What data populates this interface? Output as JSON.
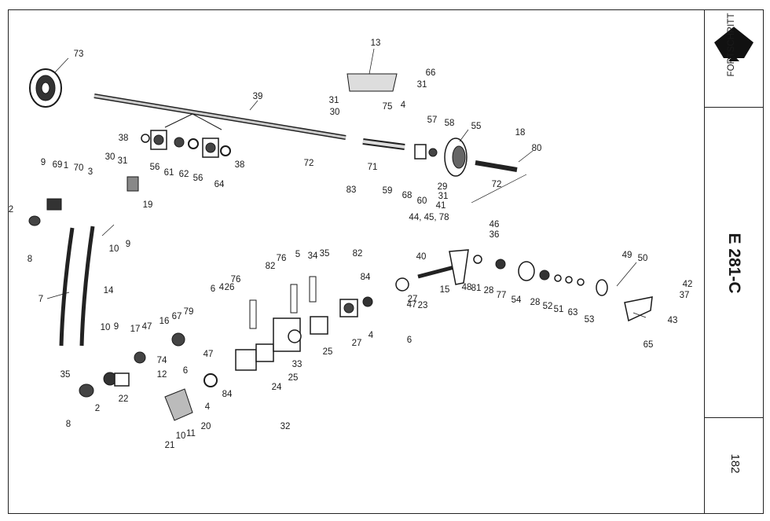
{
  "brand": {
    "name": "FORTSCHRITT"
  },
  "sheet": {
    "code": "E 281-C",
    "page": "182"
  },
  "callouts": [
    "73",
    "39",
    "13",
    "66",
    "31",
    "31",
    "30",
    "75",
    "4",
    "57",
    "58",
    "55",
    "18",
    "80",
    "38",
    "30",
    "31",
    "56",
    "61",
    "62",
    "56",
    "64",
    "38",
    "72",
    "71",
    "83",
    "59",
    "68",
    "60",
    "72",
    "9",
    "69",
    "1",
    "70",
    "3",
    "2",
    "19",
    "29",
    "31",
    "41",
    "44, 45, 78",
    "46",
    "36",
    "8",
    "10",
    "9",
    "7",
    "14",
    "40",
    "15",
    "48",
    "81",
    "28",
    "77",
    "54",
    "28",
    "52",
    "51",
    "63",
    "53",
    "49",
    "50",
    "42",
    "37",
    "43",
    "65",
    "82",
    "76",
    "5",
    "34",
    "35",
    "82",
    "76",
    "4",
    "6",
    "26",
    "84",
    "27",
    "47",
    "23",
    "4",
    "6",
    "33",
    "25",
    "27",
    "25",
    "24",
    "17",
    "47",
    "16",
    "67",
    "79",
    "10",
    "9",
    "74",
    "47",
    "84",
    "32",
    "35",
    "22",
    "2",
    "8",
    "12",
    "6",
    "4",
    "20",
    "11",
    "10",
    "21"
  ]
}
